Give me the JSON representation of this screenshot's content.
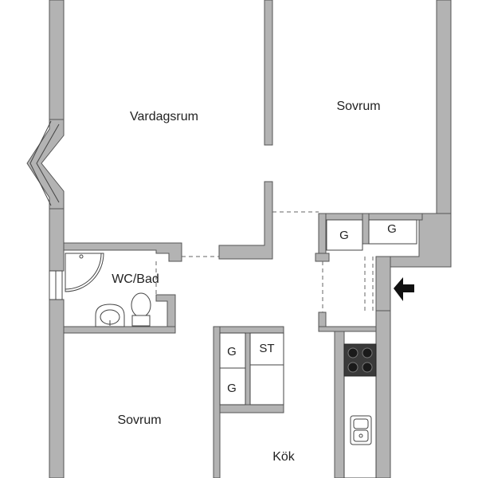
{
  "rooms": {
    "living": "Vardagsrum",
    "bedroom_north": "Sovrum",
    "bathroom": "WC/Bad",
    "bedroom_south": "Sovrum",
    "kitchen": "Kök"
  },
  "closets": {
    "hall_g1": "G",
    "hall_g2": "G",
    "kitchen_g1": "G",
    "kitchen_g2": "G",
    "kitchen_st": "ST"
  },
  "colors": {
    "wall": "#b3b3b3",
    "line": "#444444",
    "background": "#ffffff"
  },
  "icons": {
    "entrance": "entrance-arrow-icon"
  }
}
